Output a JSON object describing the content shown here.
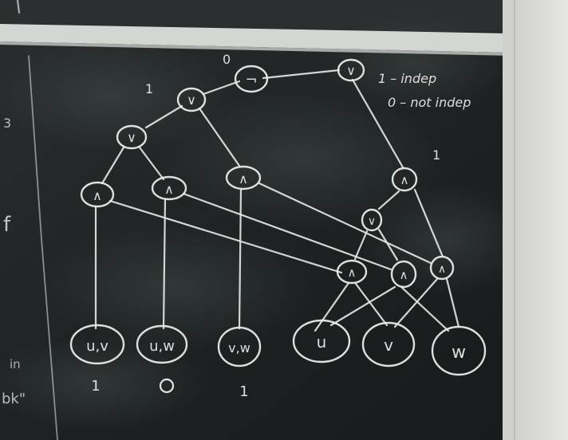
{
  "board": {
    "root_left": "¬",
    "root_right": "∨",
    "legend_line1": "1 – indep",
    "legend_line2": "0 – not indep",
    "left_marks": [
      "3",
      "f",
      "in",
      "bk\""
    ],
    "edge_labels": [
      "0",
      "1",
      "1"
    ]
  },
  "inner_nodes": [
    {
      "id": "n1",
      "op": "∨"
    },
    {
      "id": "n2",
      "op": "∨"
    },
    {
      "id": "n3",
      "op": "∧"
    },
    {
      "id": "n4",
      "op": "∧"
    },
    {
      "id": "n5",
      "op": "∧"
    },
    {
      "id": "n6",
      "op": "∧"
    },
    {
      "id": "n7",
      "op": "∨"
    },
    {
      "id": "n8",
      "op": "∧"
    },
    {
      "id": "n9",
      "op": "∧"
    },
    {
      "id": "n10",
      "op": "∧"
    }
  ],
  "leaves": [
    {
      "label": "u,v",
      "value": "1"
    },
    {
      "label": "u,w",
      "value": "0"
    },
    {
      "label": "v,w",
      "value": "1"
    },
    {
      "label": "u",
      "value": ""
    },
    {
      "label": "v",
      "value": ""
    },
    {
      "label": "w",
      "value": ""
    }
  ]
}
